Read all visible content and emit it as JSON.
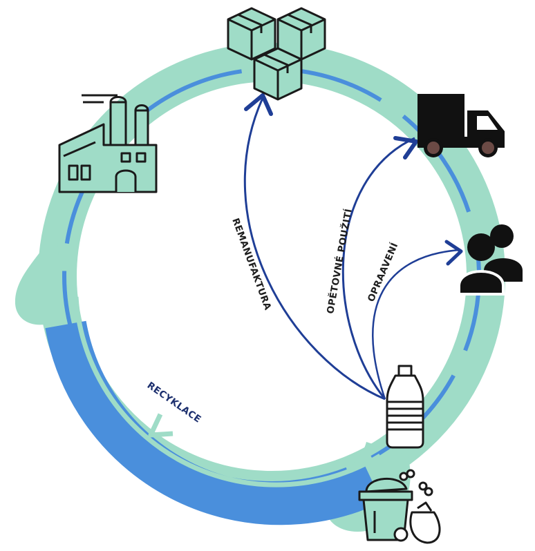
{
  "diagram": {
    "colors": {
      "ring_light": "#9fdcc7",
      "ring_dark": "#4a8fdc",
      "arrow_navy": "#1f3e96",
      "icon_stroke": "#1a1a1a",
      "background": "#ffffff"
    },
    "labels": {
      "remanufacture": "REMANUFAKTURA",
      "reuse": "OPĚTOVNÉ POUŽITÍ",
      "repair": "OPRAAVENÍ",
      "recycle": "RECYKLACE"
    },
    "icons": [
      "factory-icon",
      "boxes-icon",
      "truck-icon",
      "people-icon",
      "bottle-icon",
      "waste-bin-icon"
    ]
  }
}
